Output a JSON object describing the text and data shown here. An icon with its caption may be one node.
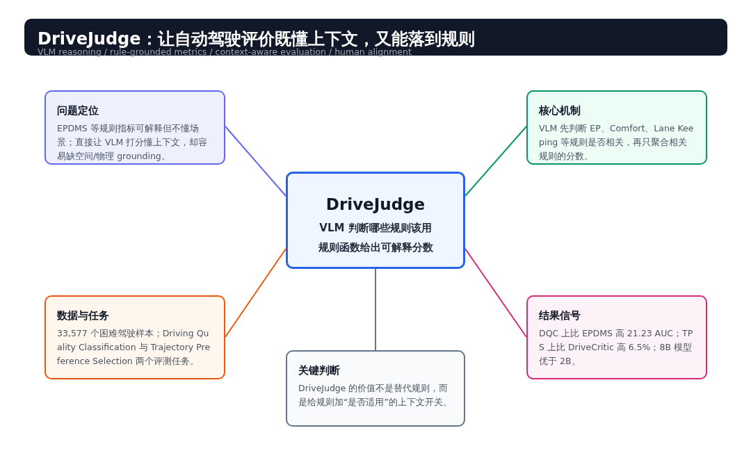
{
  "diagram": {
    "title": "DriveJudge：让自动驾驶评价既懂上下文，又能落到规则",
    "nodes": [
      {
        "text": [
          "问题定位",
          "EPDMS 等规则指标可解释但不懂场景；直接让 VLM 打分懂上下文，却容易缺空间/物理 grounding。"
        ]
      },
      {
        "text": [
          "核心机制",
          "VLM 先判断 EP、Comfort、Lane Keeping 等规则是否相关，再只聚合相关规则的分数。"
        ]
      },
      {
        "text": [
          "DriveJudge",
          "VLM 判断哪些规则该用",
          "规则函数给出可解释分数"
        ]
      },
      {
        "text": [
          "数据与任务",
          "33,577 个困难驾驶样本；Driving Quality Classification 与 Trajectory Preference Selection 两个评测任务。"
        ]
      },
      {
        "text": [
          "结果信号",
          "DQC 上比 EPDMS 高 21.23 AUC；TPS 上比 DriveCritic 高 6.5%；8B 模型优于 2B。"
        ]
      },
      {
        "text": [
          "关键判断",
          "DriveJudge 的价值不是替代规则，而是给规则加“是否适用”的上下文开关。"
        ]
      }
    ],
    "edges": [
      {
        "from": 2,
        "to": 0,
        "arrow": "none",
        "color": "#6366f1"
      },
      {
        "from": 2,
        "to": 1,
        "arrow": "none",
        "color": "#059669"
      },
      {
        "from": 2,
        "to": 3,
        "arrow": "none",
        "color": "#ea580c"
      },
      {
        "from": 2,
        "to": 4,
        "arrow": "none",
        "color": "#db2777"
      },
      {
        "from": 2,
        "to": 5,
        "arrow": "none",
        "color": "#64748b"
      }
    ],
    "labels": [
      "VLM reasoning / rule-grounded metrics / context-aware evaluation / human alignment"
    ]
  }
}
